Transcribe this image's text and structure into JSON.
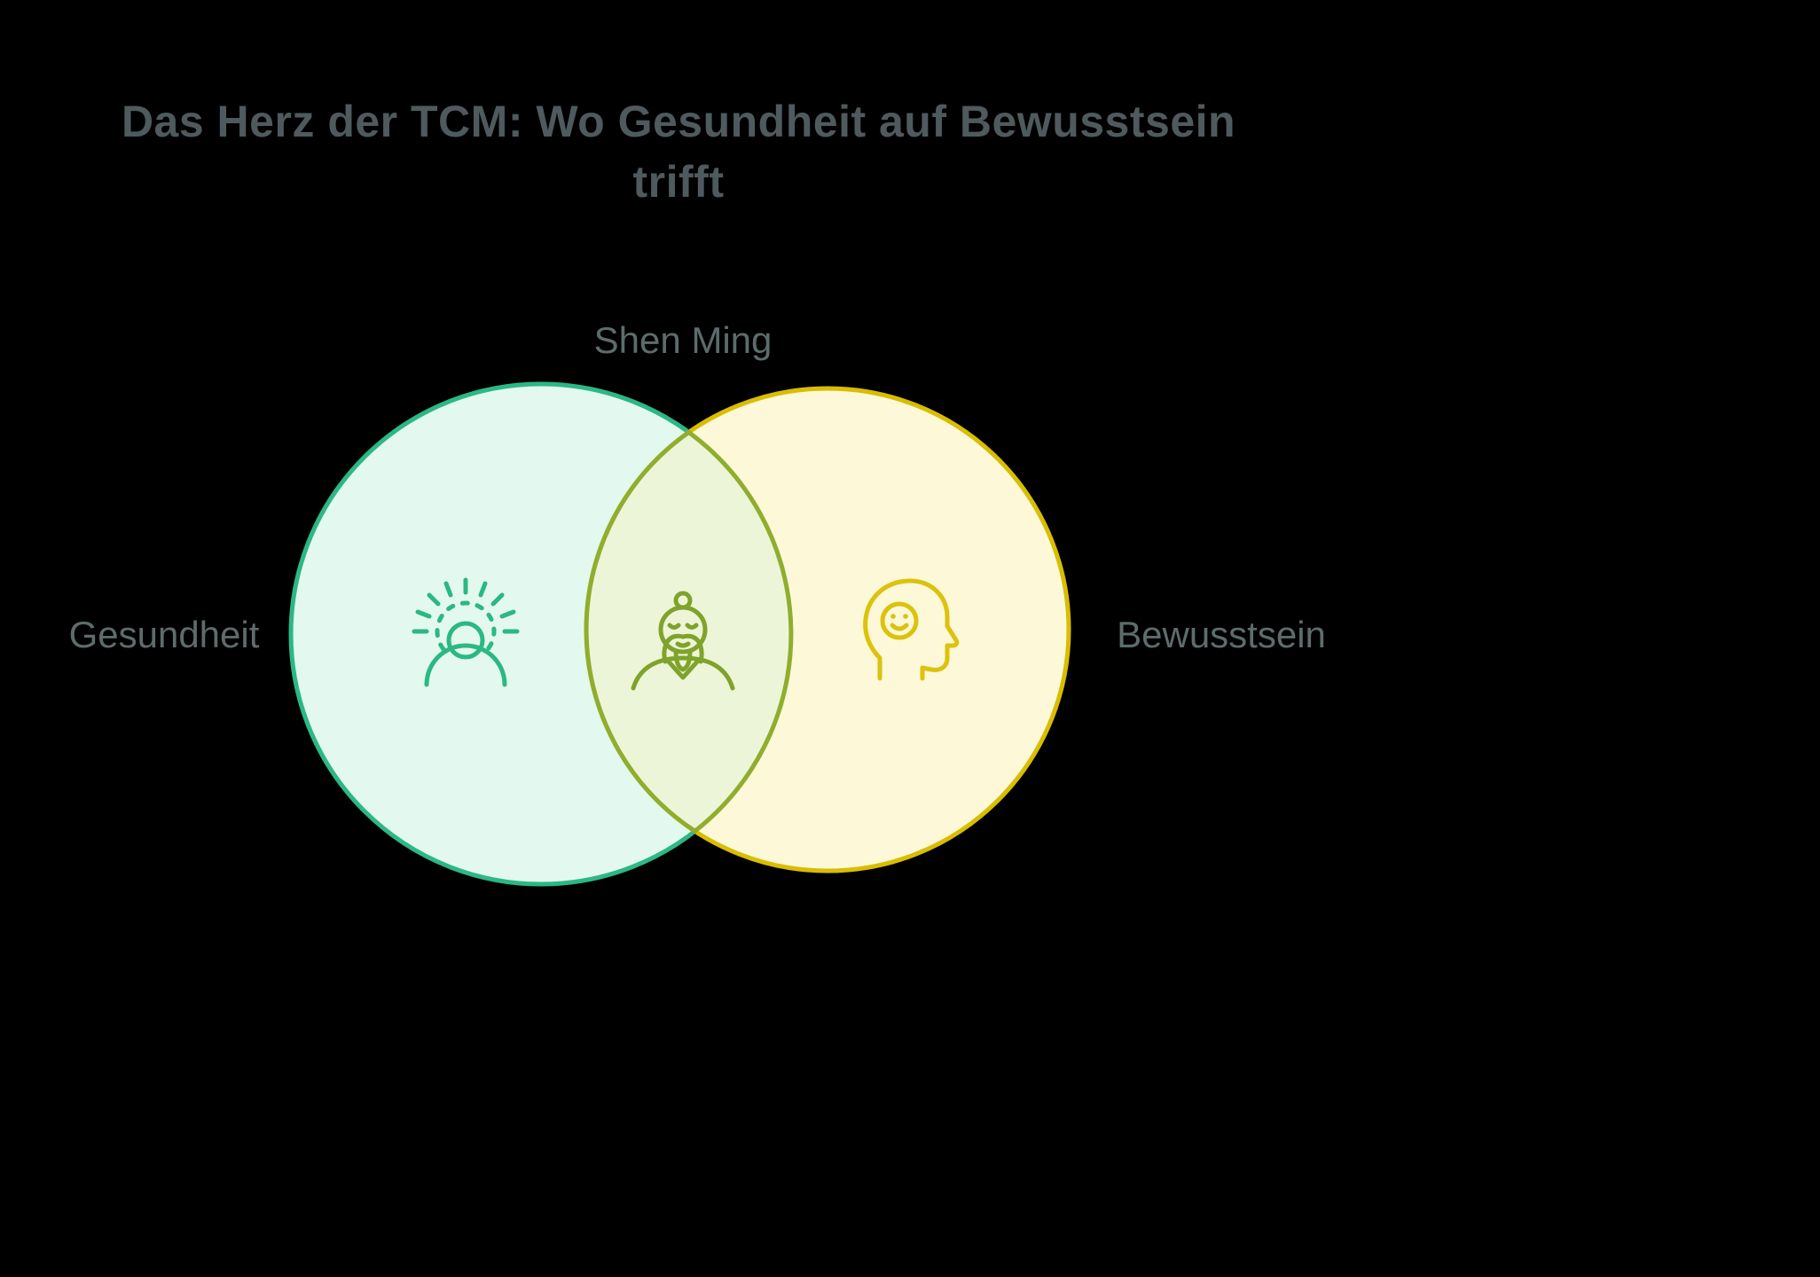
{
  "page": {
    "background_color": "#000000"
  },
  "title": {
    "text": "Das Herz der TCM: Wo Gesundheit auf Bewusstsein trifft",
    "color": "#4e5a5d"
  },
  "diagram": {
    "type": "venn",
    "label_color": "#5d6c6c",
    "sets": [
      {
        "id": "left",
        "label": "Gesundheit",
        "icon": "radiant-person-icon",
        "stroke_color": "#2bb885",
        "fill_color": "#e3f8ee"
      },
      {
        "id": "right",
        "label": "Bewusstsein",
        "icon": "head-smiley-icon",
        "stroke_color": "#d9bd00",
        "fill_color": "#fcf8d8"
      }
    ],
    "intersection": {
      "label": "Shen Ming",
      "icon": "sage-icon",
      "stroke_color": "#8fae2e",
      "fill_color": "#edf5d8"
    }
  }
}
